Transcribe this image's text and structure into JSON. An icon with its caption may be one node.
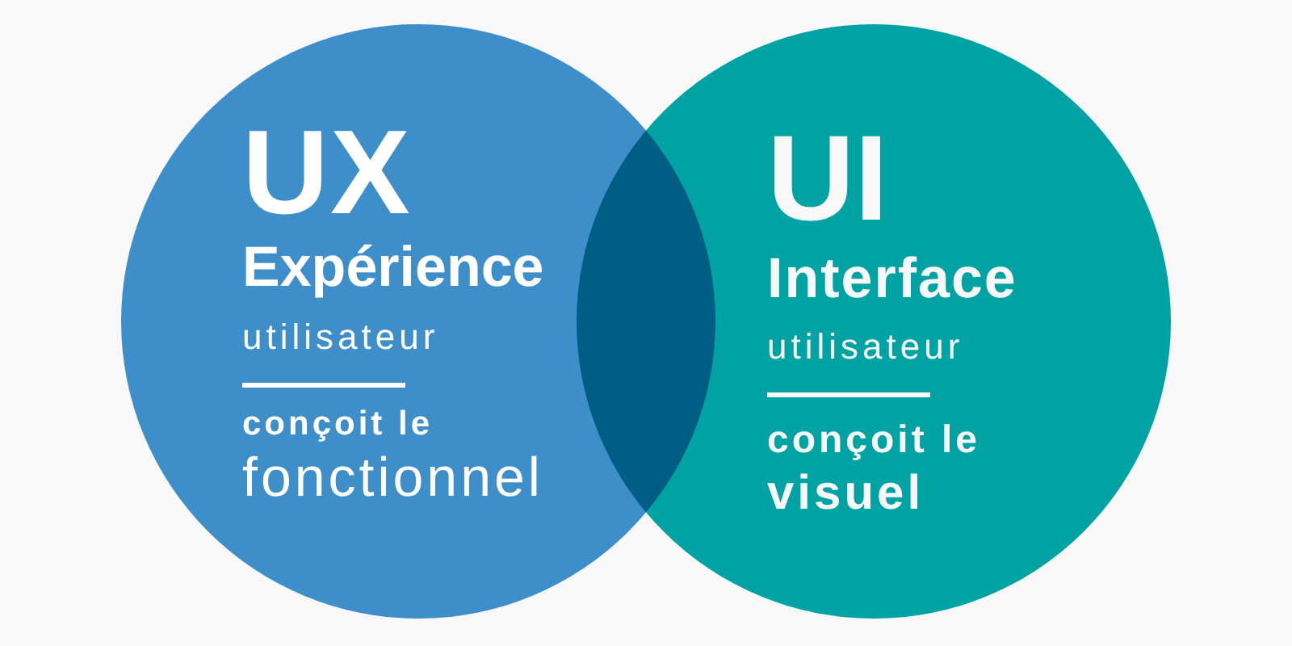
{
  "diagram": {
    "nodes": [
      {
        "text": [
          "UX",
          "Expérience",
          "utilisateur",
          "conçoit le",
          "fonctionnel"
        ]
      },
      {
        "text": [
          "UI",
          "Interface",
          "utilisateur",
          "conçoit le",
          "visuel"
        ]
      }
    ]
  }
}
